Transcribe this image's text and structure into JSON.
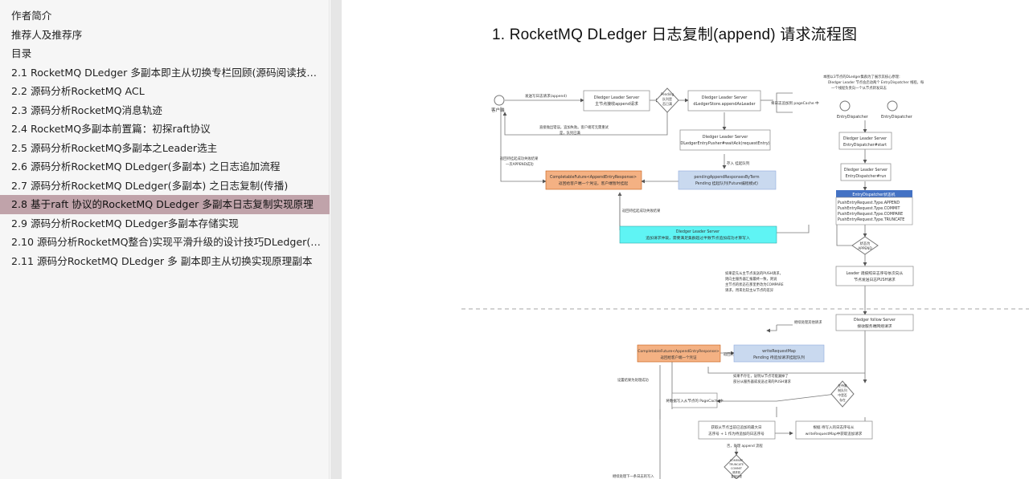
{
  "sidebar": {
    "items": [
      {
        "label": "作者简介"
      },
      {
        "label": "推荐人及推荐序"
      },
      {
        "label": "目录"
      },
      {
        "label": "2.1 RocketMQ DLedger 多副本即主从切换专栏回顾(源码阅读技…"
      },
      {
        "label": "2.2 源码分析RocketMQ ACL"
      },
      {
        "label": "2.3 源码分析RocketMQ消息轨迹"
      },
      {
        "label": "2.4 RocketMQ多副本前置篇：初探raft协议"
      },
      {
        "label": "2.5 源码分析RocketMQ多副本之Leader选主"
      },
      {
        "label": "2.6 源码分析RocketMQ DLedger(多副本) 之日志追加流程"
      },
      {
        "label": "2.7 源码分析RocketMQ DLedger(多副本) 之日志复制(传播)"
      },
      {
        "label": "2.8 基于raft 协议的RocketMQ DLedger 多副本日志复制实现原理"
      },
      {
        "label": "2.9 源码分析RocketMQ DLedger多副本存储实现"
      },
      {
        "label": "2.10 源码分析RocketMQ整合)实现平滑升级的设计技巧DLedger(…"
      },
      {
        "label": "2.11 源码分RocketMQ DLedger 多 副本即主从切换实现原理副本"
      }
    ],
    "active_index": 10
  },
  "main": {
    "title": "1. RocketMQ  DLedger  日志复制(append) 请求流程图"
  },
  "diagram": {
    "client_label": "客户端",
    "send_request": "发送写日志请求(append)",
    "leader_receive": [
      "Dledger Leader Server",
      "主节点接收append请求"
    ],
    "pending_check": [
      "Pending",
      "队列是",
      "否已满"
    ],
    "store_append": [
      "Dledger Leader Server",
      "dLedgerStore.appendAsLeader"
    ],
    "pagecache_note": "将日志追加到 pageCache 中",
    "reject_note": [
      "直接抛出错误。追加失败。客户端可无需重试",
      "是，队列已满"
    ],
    "return_pending": [
      "返回待挂起成功失败结果",
      "一次APPEND成功"
    ],
    "wait_ack": [
      "Dledger Leader Server",
      "DLedgerEntryPusher#waitAck(requestEntry)"
    ],
    "store_note": "存入 挂起队列",
    "future_box": [
      "CompletableFuture<AppendEntryResponse>",
      "返回给客户端一个凭证。客户端暂时挂起"
    ],
    "pending_box": [
      "pendingAppendResponsesByTerm",
      "Pending 挂起队列(Future编程模式)"
    ],
    "success_note": "返回待挂起成功失败结果",
    "append_box": [
      "Dledger Leader Server",
      "追加请求仲裁，需要满足集群超过半数节点追加成功才算写入"
    ],
    "intro_note": [
      "本图以3节点的DLedger集群为了展示其核心原理：",
      "Dledger Leader 节点会启动两个 EntryDispatcher 线程，每",
      "一个线程负责向一个从节点转发日志"
    ],
    "dispatcher1": "EntryDispatcher",
    "dispatcher2": "EntryDispatcher",
    "dispatcher_start": [
      "Dledger Leader Server",
      "EntryDispatcher#start"
    ],
    "dispatcher_run": [
      "Dledger Leader Server",
      "EntryDispatcher#run"
    ],
    "state_header": "EntryDispatcher状态机",
    "state_list": [
      "PushEntryRequest.Type.APPEND",
      "PushEntryRequest.Type.COMMIT",
      "PushEntryRequest.Type.COMPARE",
      "PushEntryRequest.Type.TRUNCATE"
    ],
    "state_decision": [
      "状态为",
      "APPEND"
    ],
    "push_box": [
      "Leader 调按照日志序号依次向从",
      "节点发送日志PUSH请求"
    ],
    "compare_note": [
      "如果是先从主节点发送的PUSH请求，",
      "则向主服务器汇报最终一致，则说",
      "主节点的状态在那里更改为COMPARE",
      "请求，用来比较主从节点的差异"
    ],
    "follower_box": [
      "Dledger follow Server",
      "接收服务端网络请求"
    ],
    "continue_note": "继续处理其他请求",
    "future_box2": [
      "CompletableFuture<AppendEntryResponse>",
      "返回给客户端一个凭证"
    ],
    "credential_note": "返回凭证",
    "write_map": [
      "writeRequestMap",
      "Pending 待追加请求挂起队列"
    ],
    "missing_note": [
      "如果不存在，说明从节点可能漏掉了",
      "部分从服务器或发送过来的PUSH请求"
    ],
    "pending_decision": [
      "在待复",
      "制队列",
      "中是否",
      "存在"
    ],
    "set_success": "设置结果为处理成功",
    "append_pagecache": "将数据写入从节点的 PageCache中",
    "fetch_seq": [
      "获取从节点当前已追加的最大日",
      "志序号 + 1 作为待追加的日志序号"
    ],
    "lookup_req": [
      "根据 待写入的日志序号从",
      "writeRequestMap中获取追加请求"
    ],
    "no_process": "否，处理 append 流程",
    "type_decision": [
      "COMPARE",
      "TRUNCATE",
      "COMMIT",
      "请求则",
      "直接处理"
    ],
    "next_note": "继续处理下一条日志的写入"
  },
  "colors": {
    "active_item": "#c0a3aa",
    "orange_box": "#f4b183",
    "blue_box": "#c9d9ef",
    "cyan_box": "#5ff4f4",
    "header_blue": "#4472c4"
  }
}
